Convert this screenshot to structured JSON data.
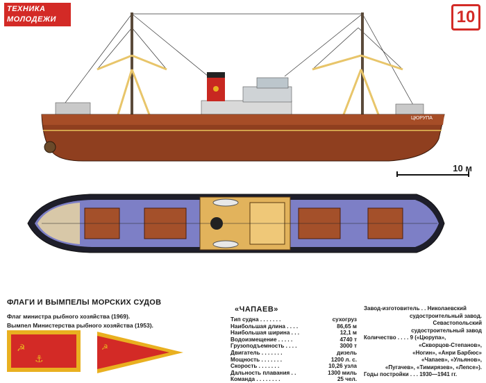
{
  "header": {
    "logo_line1": "ТЕХНИКА",
    "logo_line2": "МОЛОДЕЖИ",
    "page_number": "10"
  },
  "scale_label": "10 м",
  "profile": {
    "hull_name": "ЦЮРУПА"
  },
  "flags": {
    "section_title": "ФЛАГИ И ВЫМПЕЛЫ МОРСКИХ СУДОВ",
    "caption_flag": "Флаг министра рыбного хозяйства (1969).",
    "caption_pennant": "Вымпел Министерства рыбного хозяйства (1953).",
    "flag_color": "#d32a26",
    "flag_border": "#e9b020"
  },
  "ship": {
    "name": "«ЧАПАЕВ»",
    "specs": [
      {
        "k": "Тип судна . . . . . . .",
        "v": "сухогруз"
      },
      {
        "k": "Наибольшая длина . . . .",
        "v": "86,65 м"
      },
      {
        "k": "Наибольшая ширина . . .",
        "v": "12,1 м"
      },
      {
        "k": "Водоизмещение . . . . .",
        "v": "4740 т"
      },
      {
        "k": "Грузоподъемность . . . .",
        "v": "3000 т"
      },
      {
        "k": "Двигатель . . . . . . .",
        "v": "дизель"
      },
      {
        "k": "Мощность . . . . . . .",
        "v": "1200 л. с."
      },
      {
        "k": "Скорость . . . . . . .",
        "v": "10,26 узла"
      },
      {
        "k": "Дальность плавания . .",
        "v": "1300 миль"
      },
      {
        "k": "Команда . . . . . . . .",
        "v": "25 чел."
      }
    ],
    "builder_lines": [
      "Завод-изготовитель . . Николаевский",
      "судостроительный завод.",
      "Севастопольский",
      "судостроительный завод",
      "Количество . . . . 9 («Цюрупа»,",
      "«Скворцов-Степанов»,",
      "«Ногин», «Анри Барбюс»",
      "«Чапаев», «Ульянов»,",
      "«Пугачев», «Тимирязев», «Лепсе»).",
      "Годы постройки . . . 1930—1941 гг."
    ]
  }
}
